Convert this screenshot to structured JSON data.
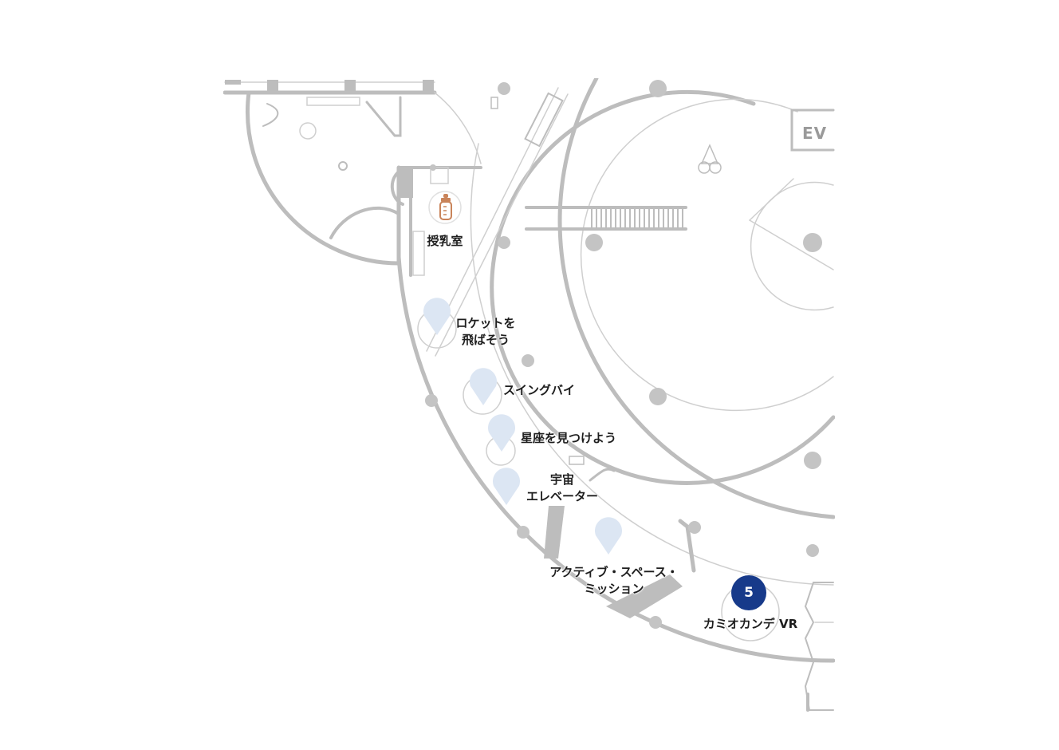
{
  "map": {
    "elevator_label": "EV",
    "nursing_room": {
      "label": "授乳室",
      "icon": "baby-bottle-icon",
      "icon_color": "#c9845a"
    },
    "attractions": [
      {
        "id": "rocket",
        "lines": [
          "ロケットを",
          "飛ばそう"
        ],
        "icon": "map-pin-icon"
      },
      {
        "id": "swingby",
        "lines": [
          "スイングバイ"
        ],
        "icon": "map-pin-icon"
      },
      {
        "id": "constellation",
        "lines": [
          "星座を見つけよう"
        ],
        "icon": "map-pin-icon"
      },
      {
        "id": "space-elevator",
        "lines": [
          "宇宙",
          "エレベーター"
        ],
        "icon": "map-pin-icon"
      },
      {
        "id": "active-space-mission",
        "lines": [
          "アクティブ・スペース・",
          "ミッション"
        ],
        "icon": "map-pin-icon"
      }
    ],
    "highlighted": {
      "number": "5",
      "label": "カミオカンデ VR",
      "color": "#173a8a"
    },
    "colors": {
      "wall": "#bdbdbd",
      "thin_line": "#cfcfcf",
      "pin": "#dce6f3"
    }
  }
}
